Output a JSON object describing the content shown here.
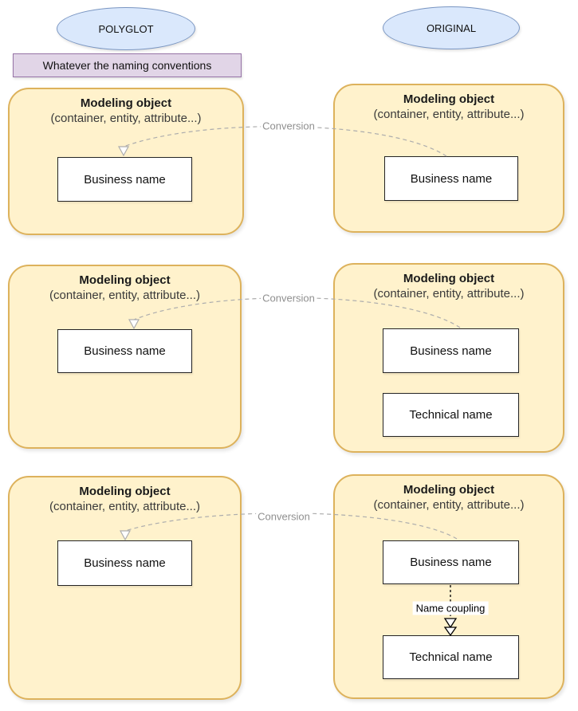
{
  "diagram": {
    "columns": [
      {
        "label": "POLYGLOT"
      },
      {
        "label": "ORIGINAL"
      }
    ],
    "note": "Whatever the naming conventions",
    "connector_label": "Conversion",
    "coupling_label": "Name coupling",
    "rows": [
      {
        "left": {
          "title": "Modeling object",
          "subtitle": "(container, entity, attribute...)",
          "boxes": [
            "Business name"
          ]
        },
        "right": {
          "title": "Modeling object",
          "subtitle": "(container, entity, attribute...)",
          "boxes": [
            "Business name"
          ]
        }
      },
      {
        "left": {
          "title": "Modeling object",
          "subtitle": "(container, entity, attribute...)",
          "boxes": [
            "Business name"
          ]
        },
        "right": {
          "title": "Modeling object",
          "subtitle": "(container, entity, attribute...)",
          "boxes": [
            "Business name",
            "Technical name"
          ]
        }
      },
      {
        "left": {
          "title": "Modeling object",
          "subtitle": "(container, entity, attribute...)",
          "boxes": [
            "Business name"
          ]
        },
        "right": {
          "title": "Modeling object",
          "subtitle": "(container, entity, attribute...)",
          "boxes": [
            "Business name",
            "Technical name"
          ]
        }
      }
    ],
    "colors": {
      "node_fill": "#FFF2CC",
      "node_border": "#DDB25C",
      "ellipse_fill": "#DAE8FC",
      "ellipse_border": "#7A96C2",
      "note_fill": "#E1D5E7",
      "note_border": "#9673A6",
      "connector": "#ADADAD",
      "connector_text": "#8F8F8F",
      "coupling": "#000000"
    }
  }
}
